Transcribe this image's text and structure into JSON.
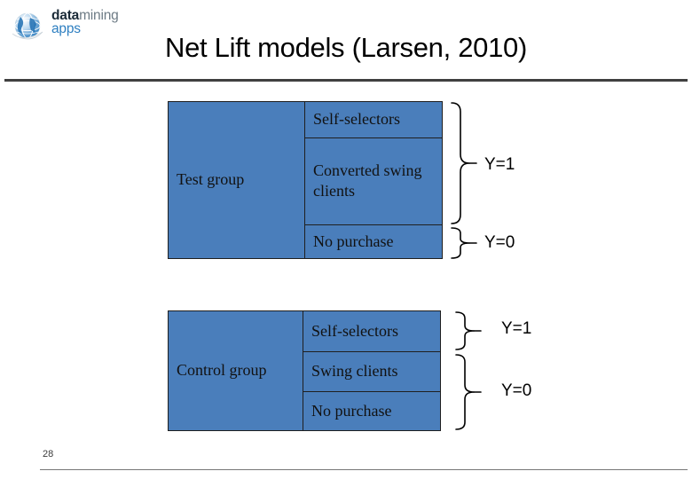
{
  "logo": {
    "icon": "globe-icon",
    "word_data": "data",
    "word_mining": "mining",
    "word_apps": "apps",
    "colors": {
      "data": "#1b2b38",
      "mining": "#6d7b85",
      "apps": "#2e7fc1",
      "globe": "#2e7fc1"
    }
  },
  "header": {
    "title": "Net Lift models (Larsen, 2010)",
    "rule_color": "#404040"
  },
  "diagram": {
    "box_fill": "#4a7ebb",
    "box_border": "#1f1f1f",
    "groups": [
      {
        "name": "test-group",
        "label": "Test group",
        "rows": [
          {
            "label": "Self-selectors",
            "outcome": "Y=1"
          },
          {
            "label": "Converted swing clients",
            "outcome": "Y=1"
          },
          {
            "label": "No purchase",
            "outcome": "Y=0"
          }
        ],
        "braces": [
          {
            "outcome": "Y=1",
            "spans_rows": [
              "Self-selectors",
              "Converted swing clients"
            ]
          },
          {
            "outcome": "Y=0",
            "spans_rows": [
              "No purchase"
            ]
          }
        ]
      },
      {
        "name": "control-group",
        "label": "Control group",
        "rows": [
          {
            "label": "Self-selectors",
            "outcome": "Y=1"
          },
          {
            "label": "Swing clients",
            "outcome": "Y=0"
          },
          {
            "label": "No purchase",
            "outcome": "Y=0"
          }
        ],
        "braces": [
          {
            "outcome": "Y=1",
            "spans_rows": [
              "Self-selectors"
            ]
          },
          {
            "outcome": "Y=0",
            "spans_rows": [
              "Swing clients",
              "No purchase"
            ]
          }
        ]
      }
    ]
  },
  "footer": {
    "page_number": "28",
    "rule_color": "#777777"
  }
}
